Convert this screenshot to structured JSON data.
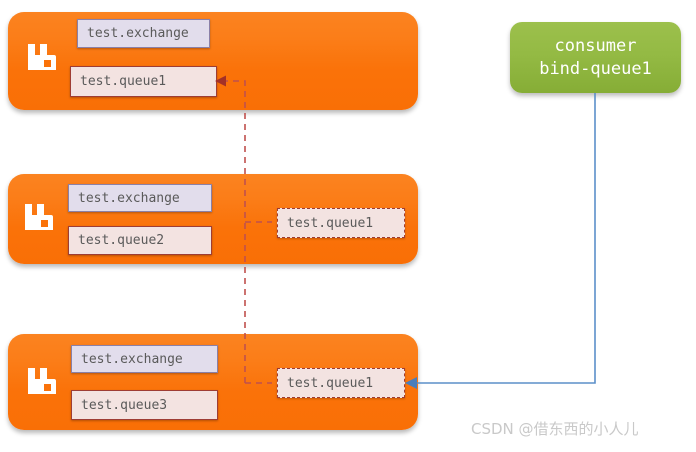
{
  "diagram": {
    "title": "RabbitMQ mirrored queue binding diagram",
    "colors": {
      "node_orange": "#fa7209",
      "consumer_green": "#94ba44",
      "exchange_fill": "#e2ddec",
      "exchange_border": "#8a80a8",
      "queue_fill": "#f3e3e1",
      "queue_border": "#9e3d35",
      "dashed_connector": "#c0504d",
      "solid_connector": "#4a7ebb",
      "watermark": "#c9c9c9"
    }
  },
  "nodes": [
    {
      "id": "node-1",
      "logo": "rabbitmq-logo",
      "exchange": "test.exchange",
      "queue": "test.queue1",
      "mirror": null
    },
    {
      "id": "node-2",
      "logo": "rabbitmq-logo",
      "exchange": "test.exchange",
      "queue": "test.queue2",
      "mirror": "test.queue1"
    },
    {
      "id": "node-3",
      "logo": "rabbitmq-logo",
      "exchange": "test.exchange",
      "queue": "test.queue3",
      "mirror": "test.queue1"
    }
  ],
  "consumer": {
    "line1": "consumer",
    "line2": "bind-queue1"
  },
  "watermark": {
    "text": "CSDN @借东西的小人儿"
  }
}
